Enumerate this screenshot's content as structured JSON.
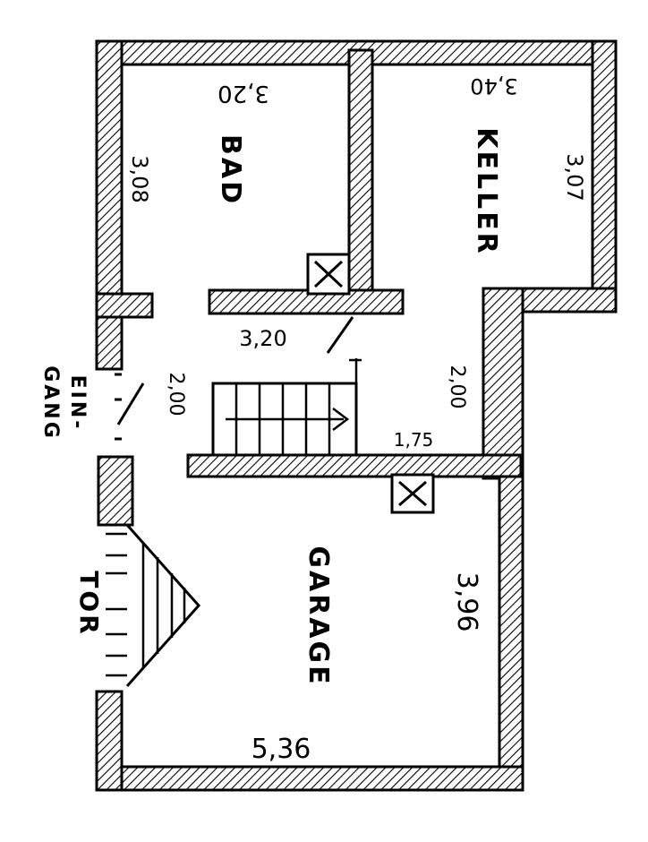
{
  "rooms": {
    "bad": "BAD",
    "keller": "KELLER",
    "garage": "GARAGE",
    "eingang_line1": "EIN-",
    "eingang_line2": "GANG",
    "tor": "TOR"
  },
  "dimensions": {
    "bad_width": "3,20",
    "bad_depth": "3,08",
    "keller_width": "3,40",
    "keller_depth": "3,07",
    "hall_length": "3,20",
    "hall_width": "2,00",
    "stair_width": "2,00",
    "stair_landing": "1,75",
    "garage_depth": "3,96",
    "garage_width": "5,36"
  },
  "colors": {
    "ink": "#000000",
    "paper": "#ffffff"
  }
}
